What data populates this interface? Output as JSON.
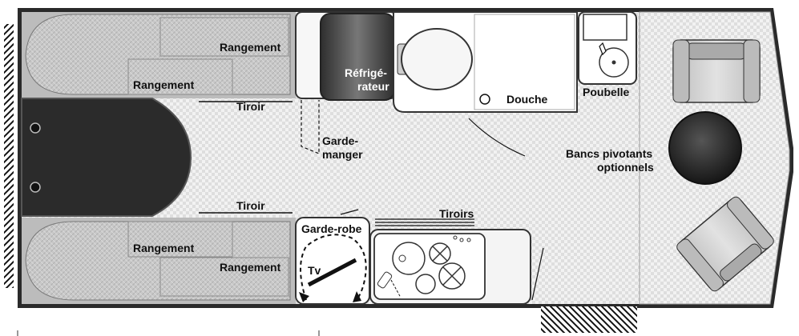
{
  "labels": {
    "rangement_top_right": "Rangement",
    "rangement_top_left": "Rangement",
    "tiroir_top": "Tiroir",
    "refrigerateur_line1": "Réfrigé-",
    "refrigerateur_line2": "rateur",
    "douche": "Douche",
    "poubelle": "Poubelle",
    "garde_manger_line1": "Garde-",
    "garde_manger_line2": "manger",
    "bancs_line1": "Bancs pivotants",
    "bancs_line2": "optionnels",
    "tiroir_bottom": "Tiroir",
    "tiroirs": "Tiroirs",
    "garde_robe": "Garde-robe",
    "tv": "Tv",
    "rangement_bottom_left": "Rangement",
    "rangement_bottom_right": "Rangement"
  },
  "colors": {
    "wall": "#2a2a2a",
    "floor": "#eeeeee",
    "cushion": "#c9c9c9",
    "table": "#2b2b2b",
    "fixture": "#ffffff",
    "fridge": "#555555"
  },
  "icons": {
    "door_hatch": "hatch-pattern",
    "seat": "swivel-seat-icon",
    "sink": "sink-icon",
    "stove": "cooktop-icon"
  }
}
